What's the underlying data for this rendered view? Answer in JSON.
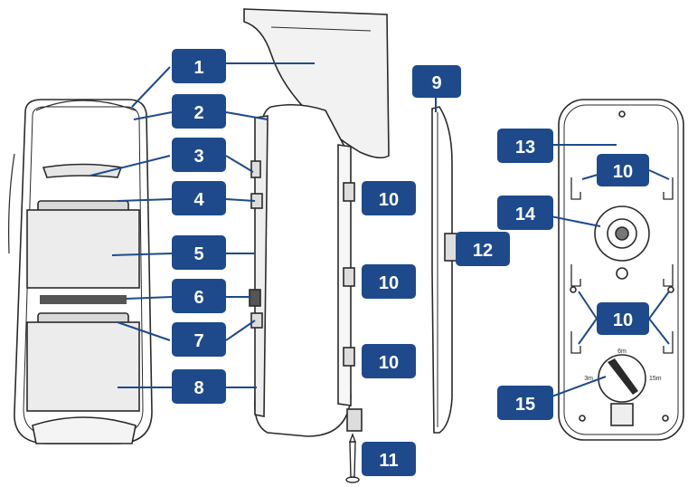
{
  "colors": {
    "callout_fill": "#1e4a8c",
    "callout_text": "#ffffff",
    "line": "#2a2a2a",
    "body_fill": "#ffffff",
    "shade": "#cfcfcf"
  },
  "callouts": [
    {
      "id": "c1",
      "label": "1"
    },
    {
      "id": "c2",
      "label": "2"
    },
    {
      "id": "c3",
      "label": "3"
    },
    {
      "id": "c4",
      "label": "4"
    },
    {
      "id": "c5",
      "label": "5"
    },
    {
      "id": "c6",
      "label": "6"
    },
    {
      "id": "c7",
      "label": "7"
    },
    {
      "id": "c8",
      "label": "8"
    },
    {
      "id": "c9",
      "label": "9"
    },
    {
      "id": "c10a",
      "label": "10"
    },
    {
      "id": "c10b",
      "label": "10"
    },
    {
      "id": "c10c",
      "label": "10"
    },
    {
      "id": "c10d",
      "label": "10"
    },
    {
      "id": "c10e",
      "label": "10"
    },
    {
      "id": "c11",
      "label": "11"
    },
    {
      "id": "c12",
      "label": "12"
    },
    {
      "id": "c13",
      "label": "13"
    },
    {
      "id": "c14",
      "label": "14"
    },
    {
      "id": "c15",
      "label": "15"
    }
  ],
  "dial_labels": {
    "top": "6m",
    "left": "3m",
    "right": "15m"
  }
}
